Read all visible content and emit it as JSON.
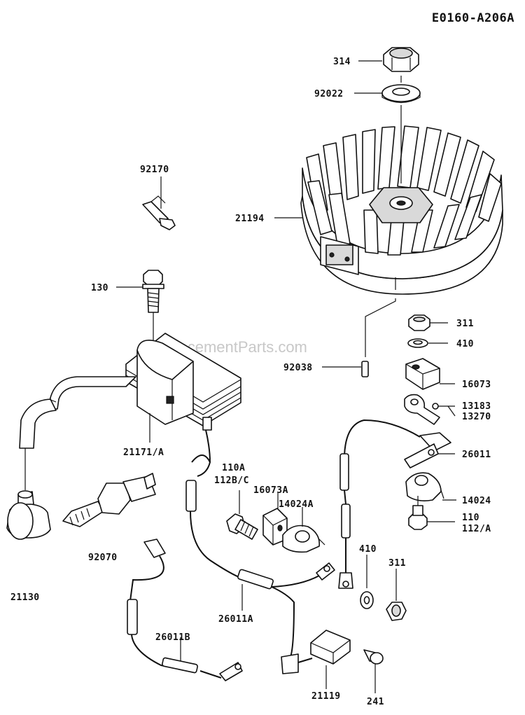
{
  "diagram_code": "E0160-A206A",
  "watermark": "eReplacementParts.com",
  "labels": {
    "l314": "314",
    "l92022": "92022",
    "l92170": "92170",
    "l21194": "21194",
    "l130": "130",
    "l311a": "311",
    "l410a": "410",
    "l92038": "92038",
    "l16073": "16073",
    "l13183": "13183",
    "l13270": "13270",
    "l26011": "26011",
    "l21171a": "21171/A",
    "l110a_l1": "110A",
    "l110a_l2": "112B/C",
    "l16073a": "16073A",
    "l14024a": "14024A",
    "l14024": "14024",
    "l110_l1": "110",
    "l110_l2": "112/A",
    "l92070": "92070",
    "l410b": "410",
    "l311b": "311",
    "l21130": "21130",
    "l26011a": "26011A",
    "l26011b": "26011B",
    "l21119": "21119",
    "l241": "241"
  }
}
